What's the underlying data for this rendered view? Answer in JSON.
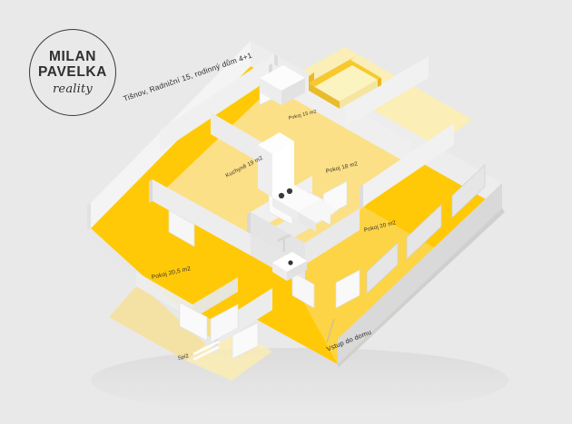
{
  "brand": {
    "line1": "MILAN",
    "line2": "PAVELKA",
    "script": "reality"
  },
  "annotations": {
    "title": "Tišnov, Radniční 15, rodinný dům 4+1",
    "entrance": "Vstup do domu"
  },
  "floorplan": {
    "type": "isometric-3d-floorplan",
    "rooms": [
      {
        "id": "kuchyne",
        "label": "Kuchyně 19 m2"
      },
      {
        "id": "pokoj15",
        "label": "Pokoj 15 m2"
      },
      {
        "id": "pokoj18",
        "label": "Pokoj 18 m2"
      },
      {
        "id": "pokoj20",
        "label": "Pokoj 20 m2"
      },
      {
        "id": "pokoj205",
        "label": "Pokoj 20,5 m2"
      },
      {
        "id": "spiz",
        "label": "Spíž"
      }
    ]
  },
  "colors": {
    "background": "#e9e9e9",
    "floor_yellow": "#ffc907",
    "floor_yellow_light": "#f7e08a",
    "floor_yellow_pale": "#fdeeb0",
    "wall_light": "#f2f2f2",
    "wall_mid": "#dedede",
    "wall_shadow": "#cfcfcf",
    "ink": "#2f2f2f"
  }
}
